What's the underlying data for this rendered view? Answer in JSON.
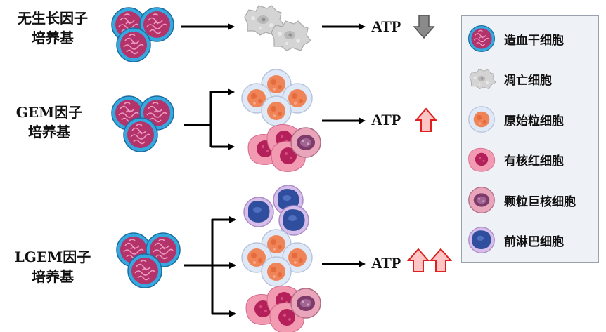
{
  "rows": [
    {
      "id": "no-factor",
      "label_line1": "无生长因子",
      "label_line2": "培养基",
      "atp": "ATP",
      "trend": "down"
    },
    {
      "id": "gem",
      "label_line1": "GEM因子",
      "label_line2": "培养基",
      "atp": "ATP",
      "trend": "up"
    },
    {
      "id": "lgem",
      "label_line1": "LGEM因子",
      "label_line2": "培养基",
      "atp": "ATP",
      "trend": "up-up"
    }
  ],
  "legend": [
    {
      "label": "造血干细胞",
      "icon": "hematopoietic-stem-cell"
    },
    {
      "label": "凋亡细胞",
      "icon": "apoptotic-cell"
    },
    {
      "label": "原始粒细胞",
      "icon": "myeloblast"
    },
    {
      "label": "有核红细胞",
      "icon": "nucleated-red-cell"
    },
    {
      "label": "颗粒巨核细胞",
      "icon": "granular-megakaryocyte"
    },
    {
      "label": "前淋巴细胞",
      "icon": "prolymphocyte"
    }
  ],
  "colors": {
    "stem_outer": "#35a8e0",
    "stem_inner": "#b3336b",
    "apoptotic": "#d4d4d4",
    "myeloblast_outer": "#dfe8f6",
    "myeloblast_inner": "#ef8458",
    "red_cell": "#f39ab3",
    "red_nucleus": "#b3205a",
    "mega_outer": "#e9a6ba",
    "mega_nucleus": "#7d3a6b",
    "lymph_outer": "#d7bde9",
    "lymph_inner": "#2f4e9e",
    "arrow_down": "#8a8a8a",
    "arrow_up_fill": "#ffc4c4",
    "arrow_up_stroke": "#e02020"
  }
}
